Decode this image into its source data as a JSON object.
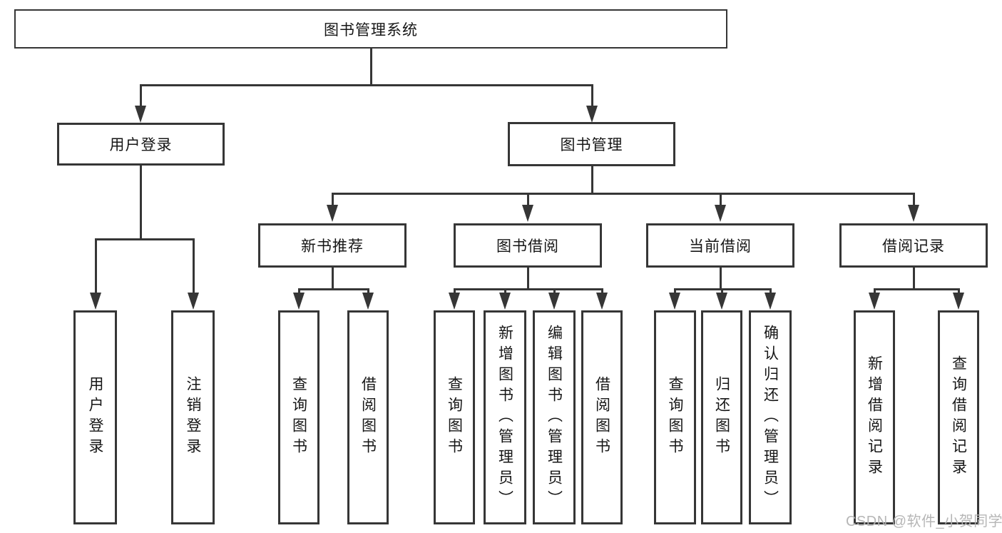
{
  "colors": {
    "line": "#363636",
    "text": "#161616",
    "box_bg": "#ffffff",
    "page_bg": "#ffffff",
    "watermark": "#b3b3b3"
  },
  "diagram": {
    "root": "图书管理系统",
    "user_branch": {
      "label": "用户登录",
      "leaves": [
        "用户登录",
        "注销登录"
      ]
    },
    "book_branch": {
      "label": "图书管理",
      "sections": [
        {
          "label": "新书推荐",
          "leaves": [
            "查询图书",
            "借阅图书"
          ]
        },
        {
          "label": "图书借阅",
          "leaves": [
            "查询图书",
            "新增图书（管理员）",
            "编辑图书（管理员）",
            "借阅图书"
          ]
        },
        {
          "label": "当前借阅",
          "leaves": [
            "查询图书",
            "归还图书",
            "确认归还（管理员）"
          ]
        },
        {
          "label": "借阅记录",
          "leaves": [
            "新增借阅记录",
            "查询借阅记录"
          ]
        }
      ]
    }
  },
  "watermark": "CSDN @软件_小贺同学"
}
